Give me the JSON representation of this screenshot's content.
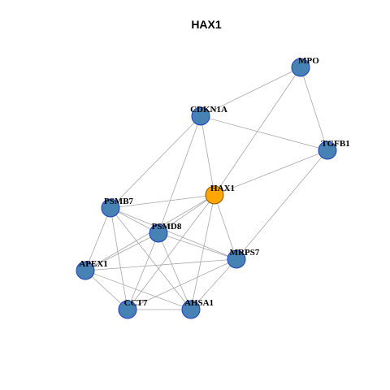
{
  "title": "HAX1",
  "colors": {
    "node_fill": "#4682B4",
    "node_stroke": "#1f3bbd",
    "center_fill": "#FFA500",
    "center_stroke": "#8a5a00",
    "edge": "#a8a8a8"
  },
  "nodes": [
    {
      "id": "MPO",
      "label": "MPO",
      "center": false
    },
    {
      "id": "CDKN1A",
      "label": "CDKN1A",
      "center": false
    },
    {
      "id": "TGFB1",
      "label": "TGFB1",
      "center": false
    },
    {
      "id": "HAX1",
      "label": "HAX1",
      "center": true
    },
    {
      "id": "PSMB7",
      "label": "PSMB7",
      "center": false
    },
    {
      "id": "PSMD8",
      "label": "PSMD8",
      "center": false
    },
    {
      "id": "MRPS7",
      "label": "MRPS7",
      "center": false
    },
    {
      "id": "APEX1",
      "label": "APEX1",
      "center": false
    },
    {
      "id": "CCT7",
      "label": "CCT7",
      "center": false
    },
    {
      "id": "AHSA1",
      "label": "AHSA1",
      "center": false
    }
  ],
  "edges": [
    [
      "MPO",
      "CDKN1A"
    ],
    [
      "MPO",
      "TGFB1"
    ],
    [
      "MPO",
      "HAX1"
    ],
    [
      "CDKN1A",
      "TGFB1"
    ],
    [
      "CDKN1A",
      "HAX1"
    ],
    [
      "CDKN1A",
      "PSMB7"
    ],
    [
      "CDKN1A",
      "PSMD8"
    ],
    [
      "TGFB1",
      "HAX1"
    ],
    [
      "TGFB1",
      "MRPS7"
    ],
    [
      "HAX1",
      "PSMB7"
    ],
    [
      "HAX1",
      "PSMD8"
    ],
    [
      "HAX1",
      "APEX1"
    ],
    [
      "HAX1",
      "CCT7"
    ],
    [
      "HAX1",
      "AHSA1"
    ],
    [
      "HAX1",
      "MRPS7"
    ],
    [
      "PSMB7",
      "PSMD8"
    ],
    [
      "PSMB7",
      "APEX1"
    ],
    [
      "PSMB7",
      "CCT7"
    ],
    [
      "PSMB7",
      "AHSA1"
    ],
    [
      "PSMB7",
      "MRPS7"
    ],
    [
      "PSMD8",
      "APEX1"
    ],
    [
      "PSMD8",
      "MRPS7"
    ],
    [
      "PSMD8",
      "CCT7"
    ],
    [
      "PSMD8",
      "AHSA1"
    ],
    [
      "MRPS7",
      "APEX1"
    ],
    [
      "MRPS7",
      "CCT7"
    ],
    [
      "MRPS7",
      "AHSA1"
    ],
    [
      "APEX1",
      "CCT7"
    ],
    [
      "APEX1",
      "AHSA1"
    ],
    [
      "CCT7",
      "AHSA1"
    ]
  ]
}
